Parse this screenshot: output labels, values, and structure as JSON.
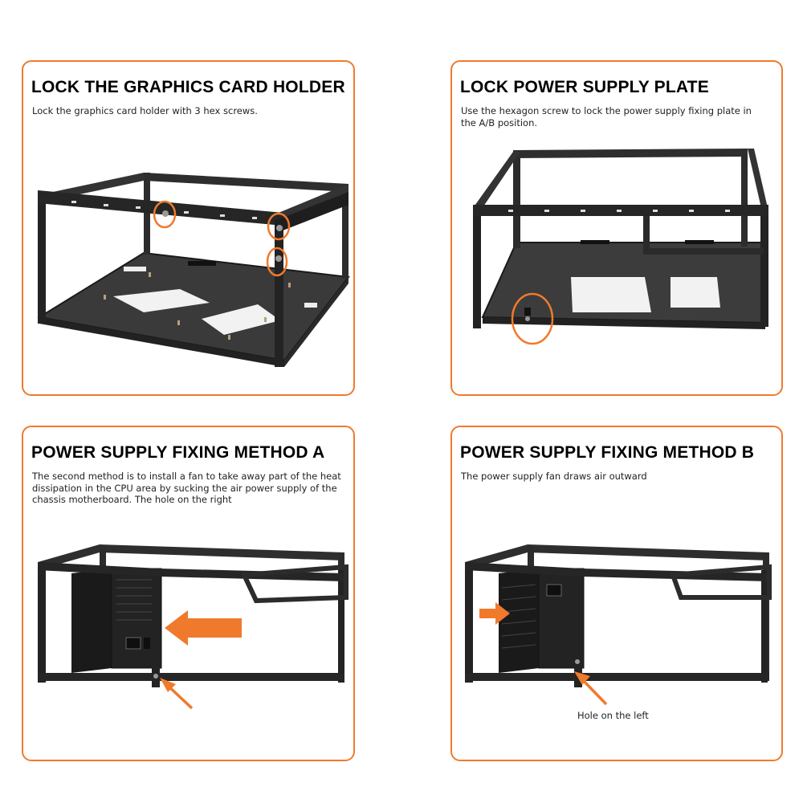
{
  "colors": {
    "accent": "#f07a2c",
    "frame": "#2e2e2e",
    "frame_dark": "#1a1a1a",
    "plate": "#3c3c3c"
  },
  "panels": [
    {
      "title": "LOCK THE GRAPHICS CARD HOLDER",
      "description": "Lock the graphics card holder with 3 hex screws."
    },
    {
      "title": "LOCK POWER SUPPLY PLATE",
      "description": "Use the hexagon screw to lock the power supply fixing plate in the A/B position."
    },
    {
      "title": "POWER SUPPLY FIXING METHOD A",
      "description": "The second method is to install a fan to take away part of the heat dissipation in the CPU area by sucking the air power supply of the chassis motherboard. The hole on the right"
    },
    {
      "title": "POWER SUPPLY FIXING METHOD B",
      "description": "The power supply fan draws air outward",
      "callout": "Hole on the left"
    }
  ]
}
